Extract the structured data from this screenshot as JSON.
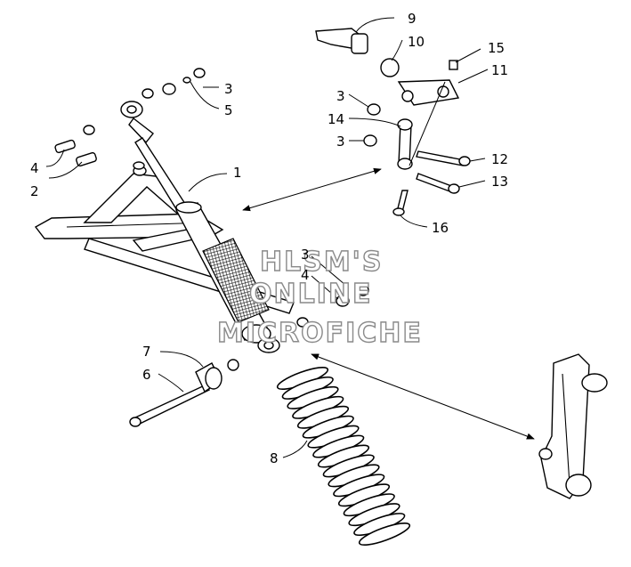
{
  "callouts": [
    "1",
    "2",
    "3",
    "3",
    "3",
    "3",
    "4",
    "4",
    "5",
    "6",
    "7",
    "8",
    "9",
    "10",
    "11",
    "12",
    "13",
    "14",
    "15",
    "16"
  ],
  "watermark": [
    "HLSM'S",
    "ONLINE",
    "MICROFICHE"
  ],
  "colors": {
    "ink": "#000000",
    "watermark_outline": "#8a8a8a",
    "background": "#ffffff"
  }
}
